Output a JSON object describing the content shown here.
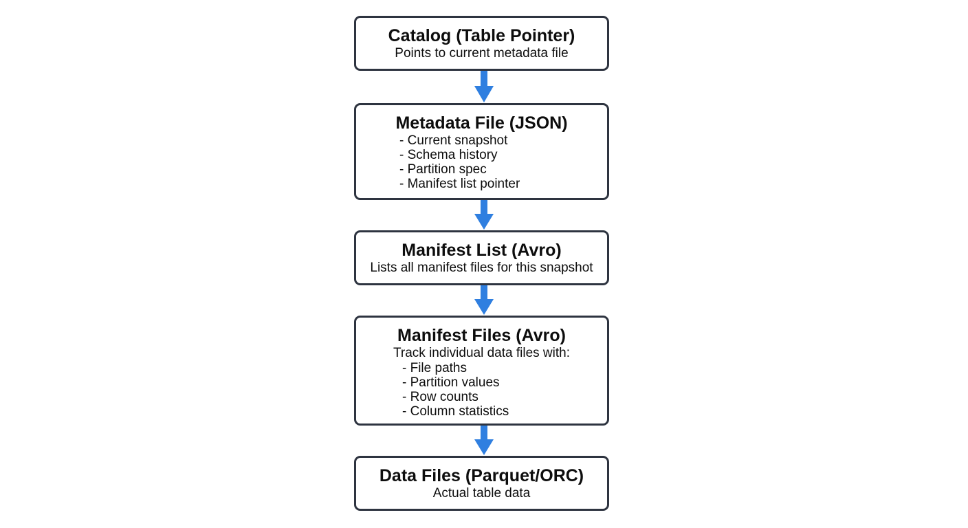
{
  "diagram": {
    "accent_color": "#2f7fe0",
    "border_color": "#2e3440",
    "nodes": [
      {
        "title": "Catalog (Table Pointer)",
        "description": "Points to current metadata file"
      },
      {
        "title": "Metadata File (JSON)",
        "items": [
          "- Current snapshot",
          "- Schema history",
          "- Partition spec",
          "- Manifest list pointer"
        ]
      },
      {
        "title": "Manifest List (Avro)",
        "description": "Lists all manifest files for this snapshot"
      },
      {
        "title": "Manifest Files (Avro)",
        "description": "Track individual data files with:",
        "items": [
          "- File paths",
          "- Partition values",
          "- Row counts",
          "- Column statistics"
        ]
      },
      {
        "title": "Data Files (Parquet/ORC)",
        "description": "Actual table data"
      }
    ]
  }
}
